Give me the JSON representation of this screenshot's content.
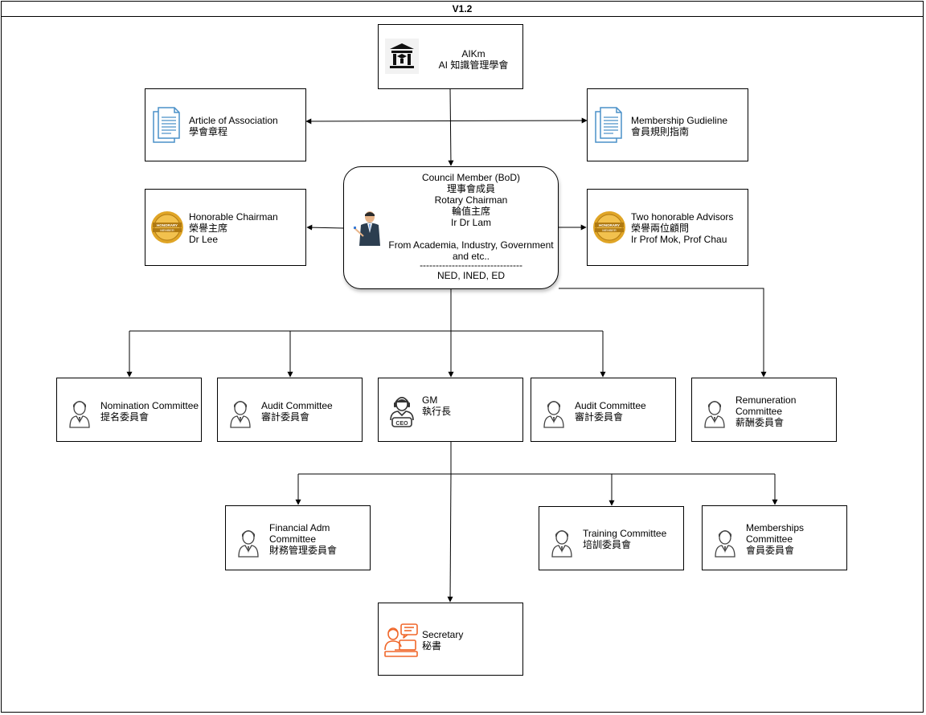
{
  "diagram_title": "V1.2",
  "root": {
    "line1": "AIKm",
    "line2": "AI 知識管理學會",
    "icon": "academy-building-icon"
  },
  "article": {
    "line1": "Article of Association",
    "line2": "學會章程",
    "icon": "document-icon"
  },
  "guideline": {
    "line1": "Membership Gudieline",
    "line2": "會員規則指南",
    "icon": "document-icon"
  },
  "council": {
    "lines": [
      "Council Member (BoD)",
      "理事會成員",
      "Rotary Chairman",
      "輪值主席",
      "Ir Dr Lam",
      "",
      "From Academia, Industry, Government",
      "and etc..",
      "--------------------------------",
      "NED, INED, ED"
    ],
    "icon": "presenter-icon"
  },
  "hon_chair": {
    "line1": "Honorable Chairman",
    "line2": "榮譽主席",
    "line3": "Dr Lee",
    "badge_text": "HONORARY MEMBER",
    "icon": "honorary-badge-icon"
  },
  "advisors": {
    "line1": "Two honorable Advisors",
    "line2": "榮譽兩位顧問",
    "line3": "Ir Prof Mok, Prof Chau",
    "badge_text": "HONORARY MEMBER",
    "icon": "honorary-badge-icon"
  },
  "nomination": {
    "line1": "Nomination Committee",
    "line2": "提名委員會",
    "icon": "person-icon"
  },
  "audit1": {
    "line1": "Audit Committee",
    "line2": "審計委員會",
    "icon": "person-icon"
  },
  "gm": {
    "line1": "GM",
    "line2": "執行長",
    "ceo_tag": "CEO",
    "icon": "ceo-icon"
  },
  "audit2": {
    "line1": "Audit Committee",
    "line2": "審計委員會",
    "icon": "person-icon"
  },
  "remuneration": {
    "line1": "Remuneration",
    "line2": "Committee",
    "line3": "薪酬委員會",
    "icon": "person-icon"
  },
  "financial": {
    "line1": "Financial Adm",
    "line2": "Committee",
    "line3": "財務管理委員會",
    "icon": "person-icon"
  },
  "training": {
    "line1": "Training Committee",
    "line2": "培訓委員會",
    "icon": "person-icon"
  },
  "memberships": {
    "line1": "Memberships",
    "line2": "Committee",
    "line3": "會員委員會",
    "icon": "person-icon"
  },
  "secretary": {
    "line1": "Secretary",
    "line2": "秘書",
    "icon": "secretary-icon"
  },
  "colors": {
    "document": "#4a90c8",
    "badge_gold": "#e0a526",
    "badge_dark": "#b07a12",
    "person_dark": "#444444",
    "secretary": "#f0672a",
    "presenter_suit": "#2c3e50"
  }
}
